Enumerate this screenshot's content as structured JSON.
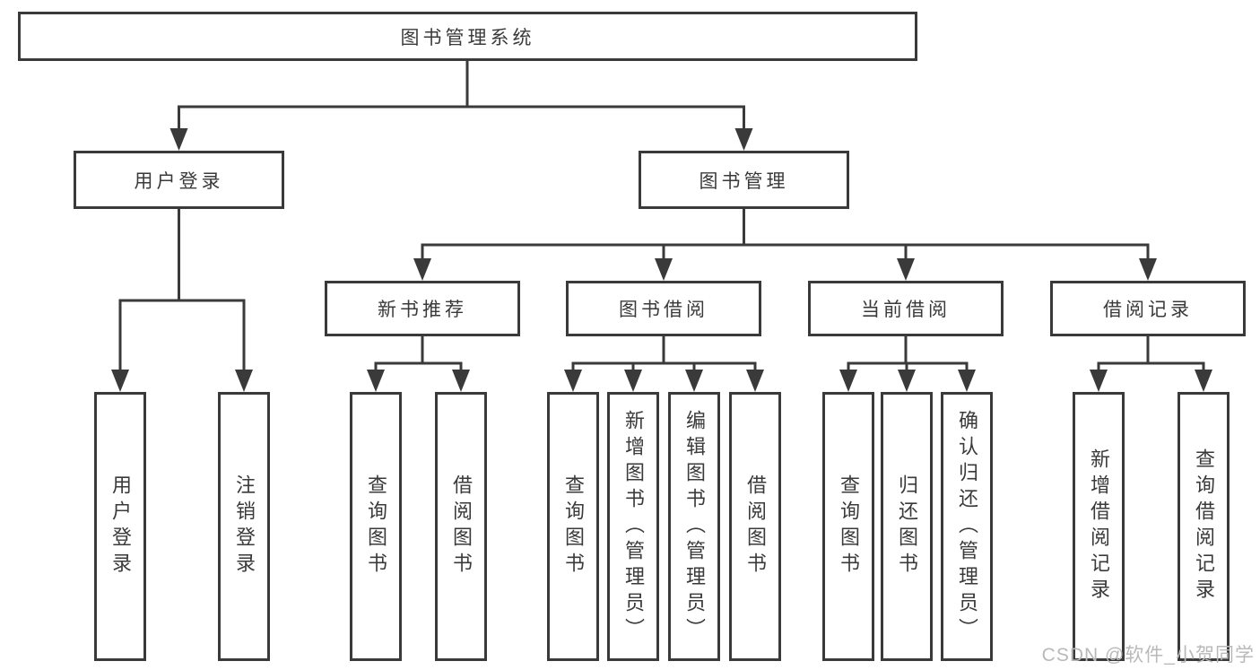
{
  "diagram_title": "图书管理系统",
  "tree": {
    "label": "图书管理系统",
    "children": [
      {
        "label": "用户登录",
        "children": [
          {
            "label": "用户登录"
          },
          {
            "label": "注销登录"
          }
        ]
      },
      {
        "label": "图书管理",
        "children": [
          {
            "label": "新书推荐",
            "children": [
              {
                "label": "查询图书"
              },
              {
                "label": "借阅图书"
              }
            ]
          },
          {
            "label": "图书借阅",
            "children": [
              {
                "label": "查询图书"
              },
              {
                "label": "新增图书（管理员）"
              },
              {
                "label": "编辑图书（管理员）"
              },
              {
                "label": "借阅图书"
              }
            ]
          },
          {
            "label": "当前借阅",
            "children": [
              {
                "label": "查询图书"
              },
              {
                "label": "归还图书"
              },
              {
                "label": "确认归还（管理员）"
              }
            ]
          },
          {
            "label": "借阅记录",
            "children": [
              {
                "label": "新增借阅记录"
              },
              {
                "label": "查询借阅记录"
              }
            ]
          }
        ]
      }
    ]
  },
  "watermark": {
    "text": "CSDN @软件_小贺同学"
  },
  "colors": {
    "line": "#3a3a3a",
    "text": "#3a3a3a",
    "watermark": "#b9b9b9",
    "background": "#ffffff"
  }
}
